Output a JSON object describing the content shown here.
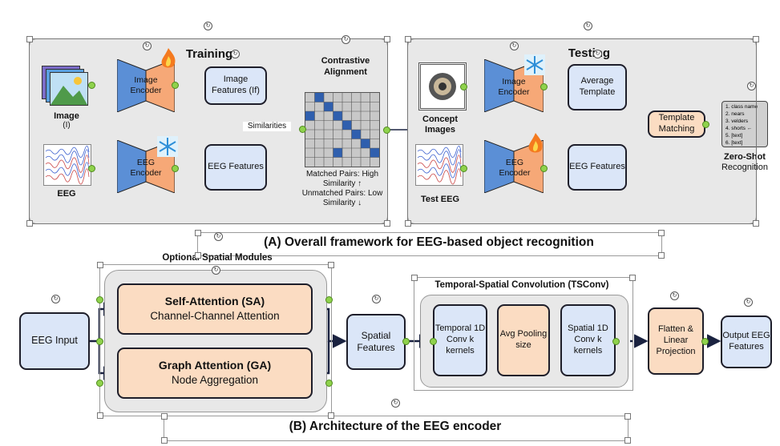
{
  "top": {
    "caption": "(A) Overall framework for EEG-based object recognition",
    "training": {
      "title": "Training",
      "image_label": "Image",
      "image_sublabel": "(I)",
      "eeg_label": "EEG",
      "image_encoder": "Image Encoder",
      "eeg_encoder": "EEG Encoder",
      "image_features": "Image Features (If)",
      "eeg_features": "EEG Features",
      "similarities": "Similarities"
    },
    "contrastive": {
      "title": "Contrastive Alignment",
      "matched": "Matched Pairs: High Similarity ↑",
      "unmatched": "Unmatched Pairs: Low Similarity ↓"
    },
    "testing": {
      "title": "Testing",
      "concept_images": "Concept Images",
      "test_eeg": "Test EEG",
      "image_encoder": "Image Encoder",
      "eeg_encoder": "EEG Encoder",
      "average_template": "Average Template",
      "eeg_features": "EEG Features",
      "template_matching": "Template Matching",
      "zero_shot": "Zero-Shot",
      "recognition": "Recognition",
      "class_list": [
        "1. class name",
        "2. nears",
        "3. velders",
        "4. shorts ←",
        "5. [text]",
        "6. [text]"
      ]
    }
  },
  "bottom": {
    "caption": "(B) Architecture of the EEG encoder",
    "optional_title": "Optional Spatial Modules",
    "tsconv_title": "Temporal-Spatial Convolution (TSConv)",
    "eeg_input": "EEG Input",
    "sa_title": "Self-Attention (SA)",
    "sa_sub": "Channel-Channel Attention",
    "ga_title": "Graph Attention (GA)",
    "ga_sub": "Node Aggregation",
    "spatial_features": "Spatial Features",
    "temporal_conv": "Temporal 1D Conv k kernels",
    "avg_pool": "Avg Pooling size",
    "spatial_conv": "Spatial 1D Conv k kernels",
    "flatten": "Flatten & Linear Projection",
    "output": "Output EEG Features"
  }
}
